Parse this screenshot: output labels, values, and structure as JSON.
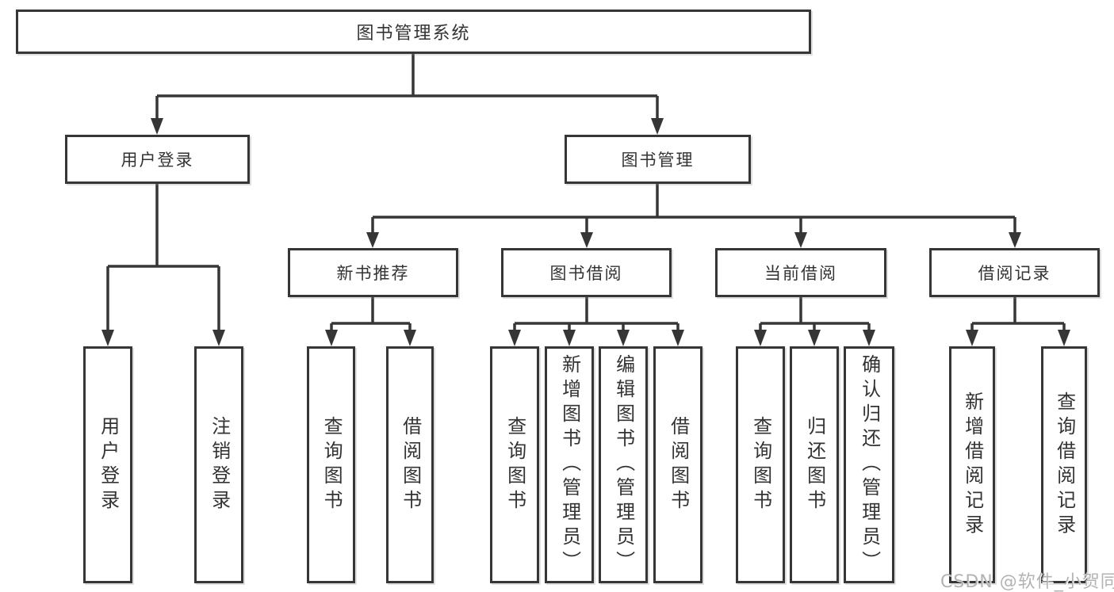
{
  "tree": {
    "root": {
      "label": "图书管理系统",
      "children": [
        {
          "label": "用户登录",
          "children": [
            {
              "label": "用户登录"
            },
            {
              "label": "注销登录"
            }
          ]
        },
        {
          "label": "图书管理",
          "children": [
            {
              "label": "新书推荐",
              "children": [
                {
                  "label": "查询图书"
                },
                {
                  "label": "借阅图书"
                }
              ]
            },
            {
              "label": "图书借阅",
              "children": [
                {
                  "label": "查询图书"
                },
                {
                  "label": "新增图书（管理员）"
                },
                {
                  "label": "编辑图书（管理员）"
                },
                {
                  "label": "借阅图书"
                }
              ]
            },
            {
              "label": "当前借阅",
              "children": [
                {
                  "label": "查询图书"
                },
                {
                  "label": "归还图书"
                },
                {
                  "label": "确认归还（管理员）"
                }
              ]
            },
            {
              "label": "借阅记录",
              "children": [
                {
                  "label": "新增借阅记录"
                },
                {
                  "label": "查询借阅记录"
                }
              ]
            }
          ]
        }
      ]
    }
  },
  "watermark": {
    "text": "CSDN @软件_小贺同学"
  },
  "colors": {
    "line": "#363636",
    "box_border": "#363636",
    "text": "#333333",
    "watermark": "#b3b3b3",
    "background": "#ffffff"
  }
}
